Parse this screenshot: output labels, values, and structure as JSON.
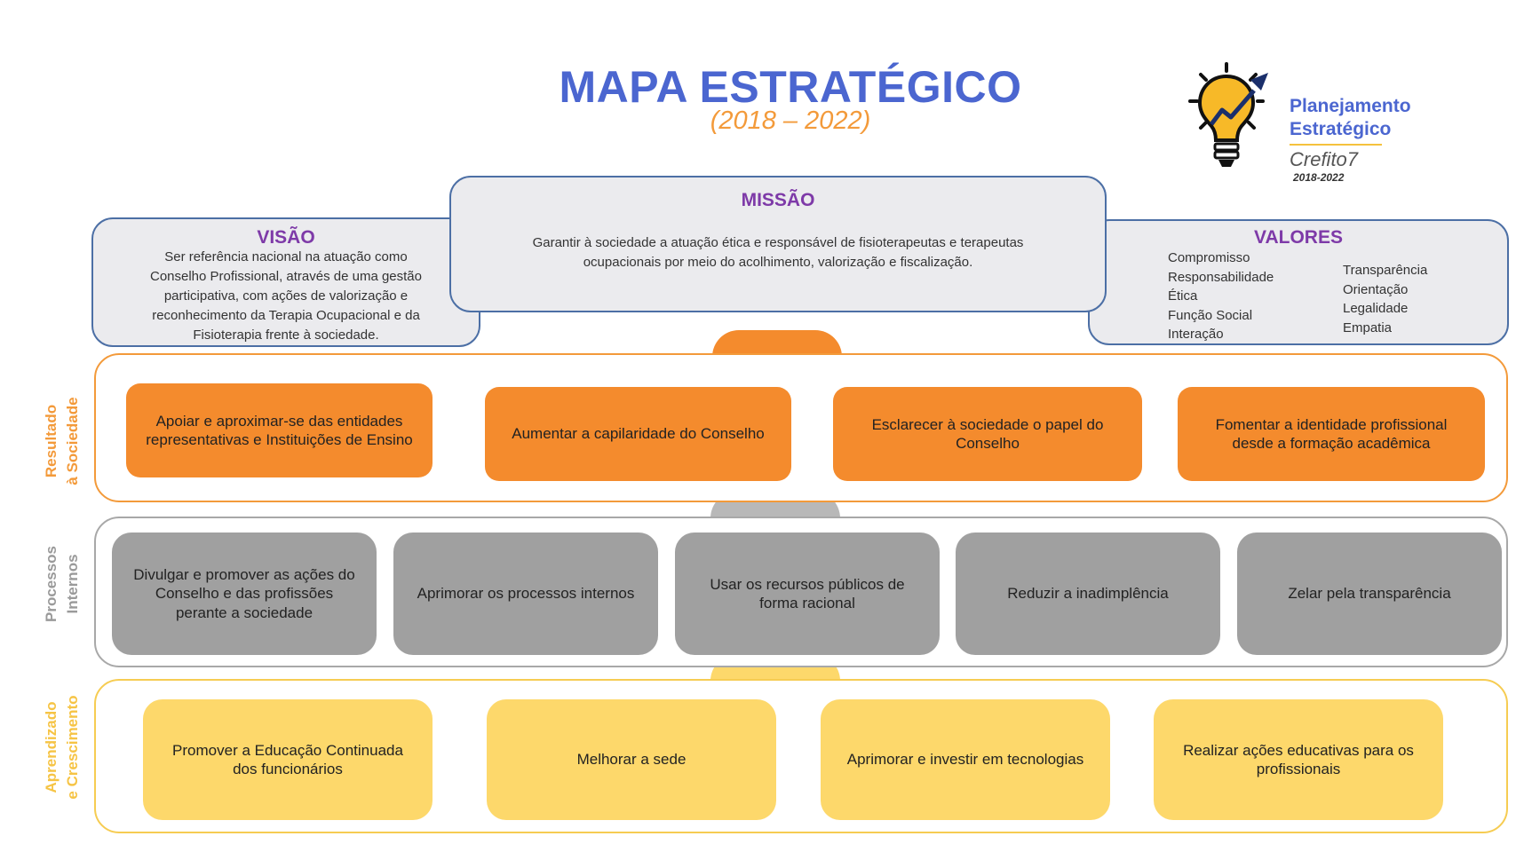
{
  "header": {
    "title": "MAPA ESTRATÉGICO",
    "subtitle": "(2018 – 2022)"
  },
  "logo": {
    "line1": "Planejamento",
    "line2": "Estratégico",
    "org": "Crefito7",
    "years": "2018-2022",
    "icon": "lightbulb-growth-arrow-icon"
  },
  "visao": {
    "title": "VISÃO",
    "lines": [
      "Ser referência nacional na atuação como",
      "Conselho Profissional, através de uma gestão",
      "participativa, com ações de valorização e",
      "reconhecimento da Terapia Ocupacional e da",
      "Fisioterapia frente à sociedade."
    ]
  },
  "missao": {
    "title": "MISSÃO",
    "lines": [
      "Garantir à sociedade a atuação ética e responsável de fisioterapeutas e terapeutas",
      "ocupacionais por meio do acolhimento, valorização e fiscalização."
    ]
  },
  "valores": {
    "title": "VALORES",
    "col1": [
      "Compromisso",
      "Responsabilidade",
      "Ética",
      "Função Social",
      "Interação"
    ],
    "col2": [
      "Transparência",
      "Orientação",
      "Legalidade",
      "Empatia"
    ]
  },
  "bands": {
    "resultado": {
      "label_line1": "Resultado",
      "label_line2": "à Sociedade",
      "items": [
        "Apoiar e aproximar-se das entidades representativas e Instituições de Ensino",
        "Aumentar a capilaridade do Conselho",
        "Esclarecer à sociedade o papel do Conselho",
        "Fomentar a identidade profissional desde a formação acadêmica"
      ]
    },
    "processos": {
      "label_line1": "Processos",
      "label_line2": "Internos",
      "items": [
        "Divulgar e promover as ações do Conselho e das profissões perante a sociedade",
        "Aprimorar os processos internos",
        "Usar os recursos públicos de forma racional",
        "Reduzir a inadimplência",
        "Zelar pela transparência"
      ]
    },
    "aprendizado": {
      "label_line1": "Aprendizado",
      "label_line2": "e Crescimento",
      "items": [
        "Promover a Educação Continuada dos funcionários",
        "Melhorar a sede",
        "Aprimorar e investir em tecnologias",
        "Realizar ações educativas para os profissionais"
      ]
    }
  },
  "colors": {
    "title": "#4b66d0",
    "subtitle": "#f39a3a",
    "card_title": "#7e3aa8",
    "card_border": "#4c6fa5",
    "orange": "#f48b2d",
    "gray": "#a0a0a0",
    "yellow": "#fdd86b"
  }
}
